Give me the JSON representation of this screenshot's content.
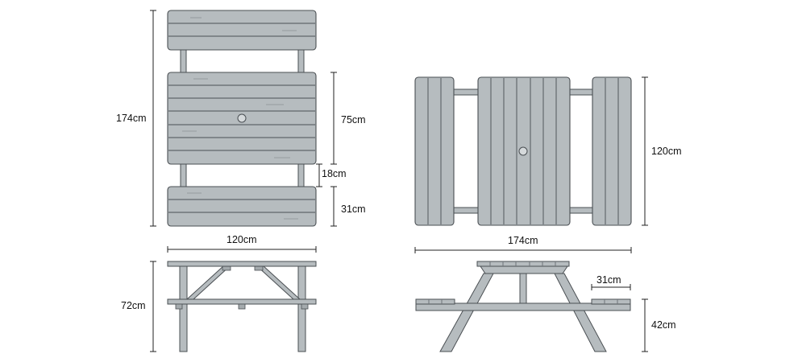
{
  "colors": {
    "wood": "#b6bcbf",
    "wood_dark": "#a4aaad",
    "outline": "#4a4f53",
    "plank_line": "#6f7579",
    "dimension_line": "#222222",
    "background": "#ffffff"
  },
  "dimensions": {
    "plan_total_length": "174cm",
    "plan_table_top_length": "75cm",
    "plan_gap": "18cm",
    "plan_bench_width": "31cm",
    "plan2_width": "120cm",
    "plan2_total_length": "174cm",
    "end_view_width": "120cm",
    "end_view_height": "72cm",
    "side_bench_width": "31cm",
    "side_seat_height": "42cm"
  }
}
